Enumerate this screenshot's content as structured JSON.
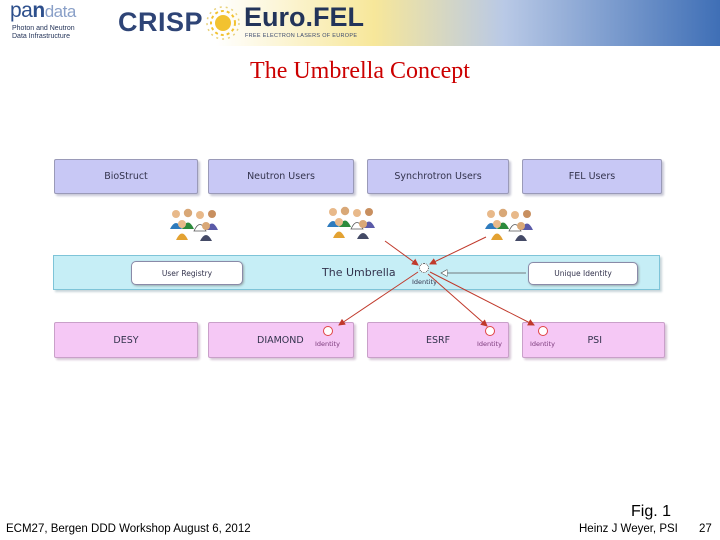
{
  "header": {
    "pandata_word_a": "pa",
    "pandata_word_n": "n",
    "pandata_word_b": "data",
    "pandata_sub_1": "Photon and Neutron",
    "pandata_sub_2": "Data Infrastructure",
    "crisp": "CRISP",
    "eurofel": "Euro.FEL",
    "eurofel_sub": "FREE ELECTRON LASERS OF EUROPE",
    "colors": {
      "banner_right": "#3f6fb6",
      "banner_mid": "#f7e79a"
    }
  },
  "title": "The Umbrella Concept",
  "diagram": {
    "user_communities": [
      "BioStruct",
      "Neutron Users",
      "Synchrotron Users",
      "FEL Users"
    ],
    "umbrella": {
      "label": "The Umbrella",
      "user_registry": "User Registry",
      "unique_identity": "Unique Identity",
      "identity": "Identity"
    },
    "facilities": [
      "DESY",
      "DIAMOND",
      "ESRF",
      "PSI"
    ],
    "facility_identity_label": "Identity",
    "colors": {
      "communities": "#c8c8f5",
      "umbrella": "#c6eef6",
      "facilities": "#f5c8f5",
      "arrows": "#c0392b"
    }
  },
  "fig_label": "Fig. 1",
  "footer": {
    "left": "ECM27, Bergen DDD Workshop August 6, 2012",
    "author": "Heinz J Weyer, PSI",
    "page": "27"
  }
}
